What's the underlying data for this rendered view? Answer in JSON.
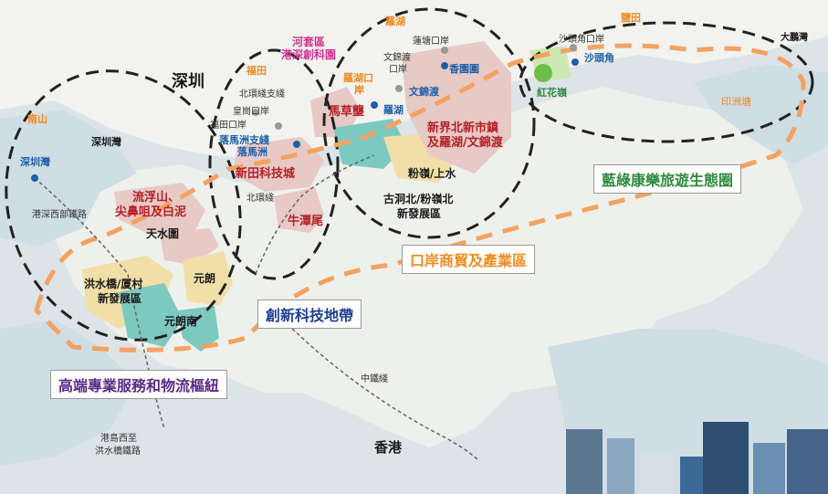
{
  "cities": {
    "shenzhen": "深圳",
    "hongkong": "香港"
  },
  "zones": {
    "innovation": "創新科技地帶",
    "boundary": "口岸商貿及產業區",
    "highend": "高端專業服務和物流樞紐",
    "bluegreen": "藍綠康樂旅遊生態圈"
  },
  "districts": {
    "nanshan": "南山",
    "futian": "福田",
    "luohu": "羅湖",
    "yantian": "鹽田",
    "dapeng": "大鵬灣",
    "shenzhenbay_water": "深圳灣",
    "yindu": "印洲塘"
  },
  "areas": {
    "loklau": "流浮山、",
    "loklau2": "尖鼻咀及白泥",
    "tinshui": "天水圍",
    "yuenlong": "元朗",
    "yuenlongsouth": "元朗南",
    "hongshui1": "洪水橋/厦村",
    "hongshui2": "新發展區",
    "ngautam": "牛潭尾",
    "sanantec": "新田科技城",
    "matsotsui": "馬草壟",
    "nnt1": "新界北新市鎮",
    "nnt2": "及羅湖/文錦渡",
    "fanling": "粉嶺/上水",
    "ktn1": "古洞北/粉嶺北",
    "ktn2": "新發展區",
    "hungfa": "紅花嶺"
  },
  "loop": {
    "line1": "河套區",
    "line2": "港深創科園"
  },
  "ports": {
    "shenzhenbay": "深圳灣",
    "futian": "福田口岸",
    "huanggang": "皇崗口岸",
    "lmcspur": "落馬洲支綫",
    "lmc": "落馬洲",
    "lowu1": "羅湖口",
    "lowu2": "岸",
    "lowu": "羅湖",
    "lienta": "蓮塘口岸",
    "manKam1": "文錦渡",
    "manKam2": "口岸",
    "mankamto": "文錦渡",
    "heungyuen": "香園圍",
    "shatau": "沙頭角口岸",
    "shataukok": "沙頭角"
  },
  "lines": {
    "northernlink_spur": "北環綫支綫",
    "northernlink": "北環綫",
    "westernrail": "港深西部鐵路",
    "eastrail": "中鐵綫",
    "hkislandwest": "港島西至",
    "hkislandwest2": "洪水橋鐵路"
  }
}
